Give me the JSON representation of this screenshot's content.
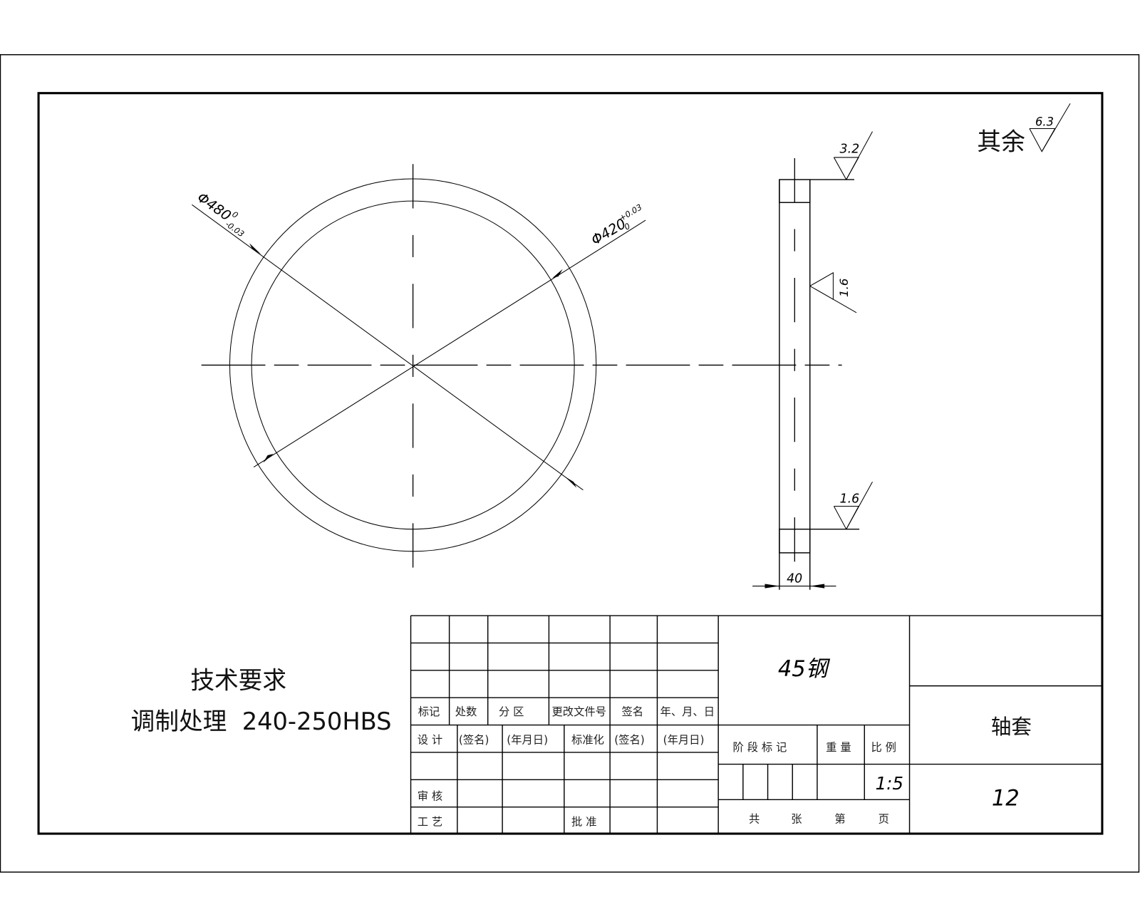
{
  "drawing": {
    "type": "engineering-drawing",
    "part_name": "轴套",
    "material": "45钢",
    "scale": "1:5",
    "drawing_number": "12",
    "roughness_general": {
      "prefix": "其余",
      "value": "6.3"
    },
    "front_view": {
      "outer_diameter": {
        "symbol": "Φ480",
        "upper": "0",
        "lower": "-0.03"
      },
      "inner_diameter": {
        "symbol": "Φ420",
        "upper": "+0.03",
        "lower": "0"
      }
    },
    "side_view": {
      "roughness_top": "3.2",
      "roughness_inner": "1.6",
      "roughness_bottom": "1.6",
      "width_dim": "40"
    },
    "technical_requirements": {
      "title": "技术要求",
      "line1": "调制处理  240-250HBS"
    }
  },
  "title_block": {
    "revision_header": [
      "标记",
      "处数",
      "分 区",
      "更改文件号",
      "签名",
      "年、月、日"
    ],
    "row_design": [
      "设 计",
      "(签名)",
      "(年月日)",
      "标准化",
      "(签名)",
      "(年月日)"
    ],
    "row_review": "审 核",
    "row_process": "工 艺",
    "approve": "批 准",
    "stage_header": [
      "阶 段 标 记",
      "重 量",
      "比 例"
    ],
    "sheet_footer": [
      "共",
      "张",
      "第",
      "页"
    ]
  }
}
